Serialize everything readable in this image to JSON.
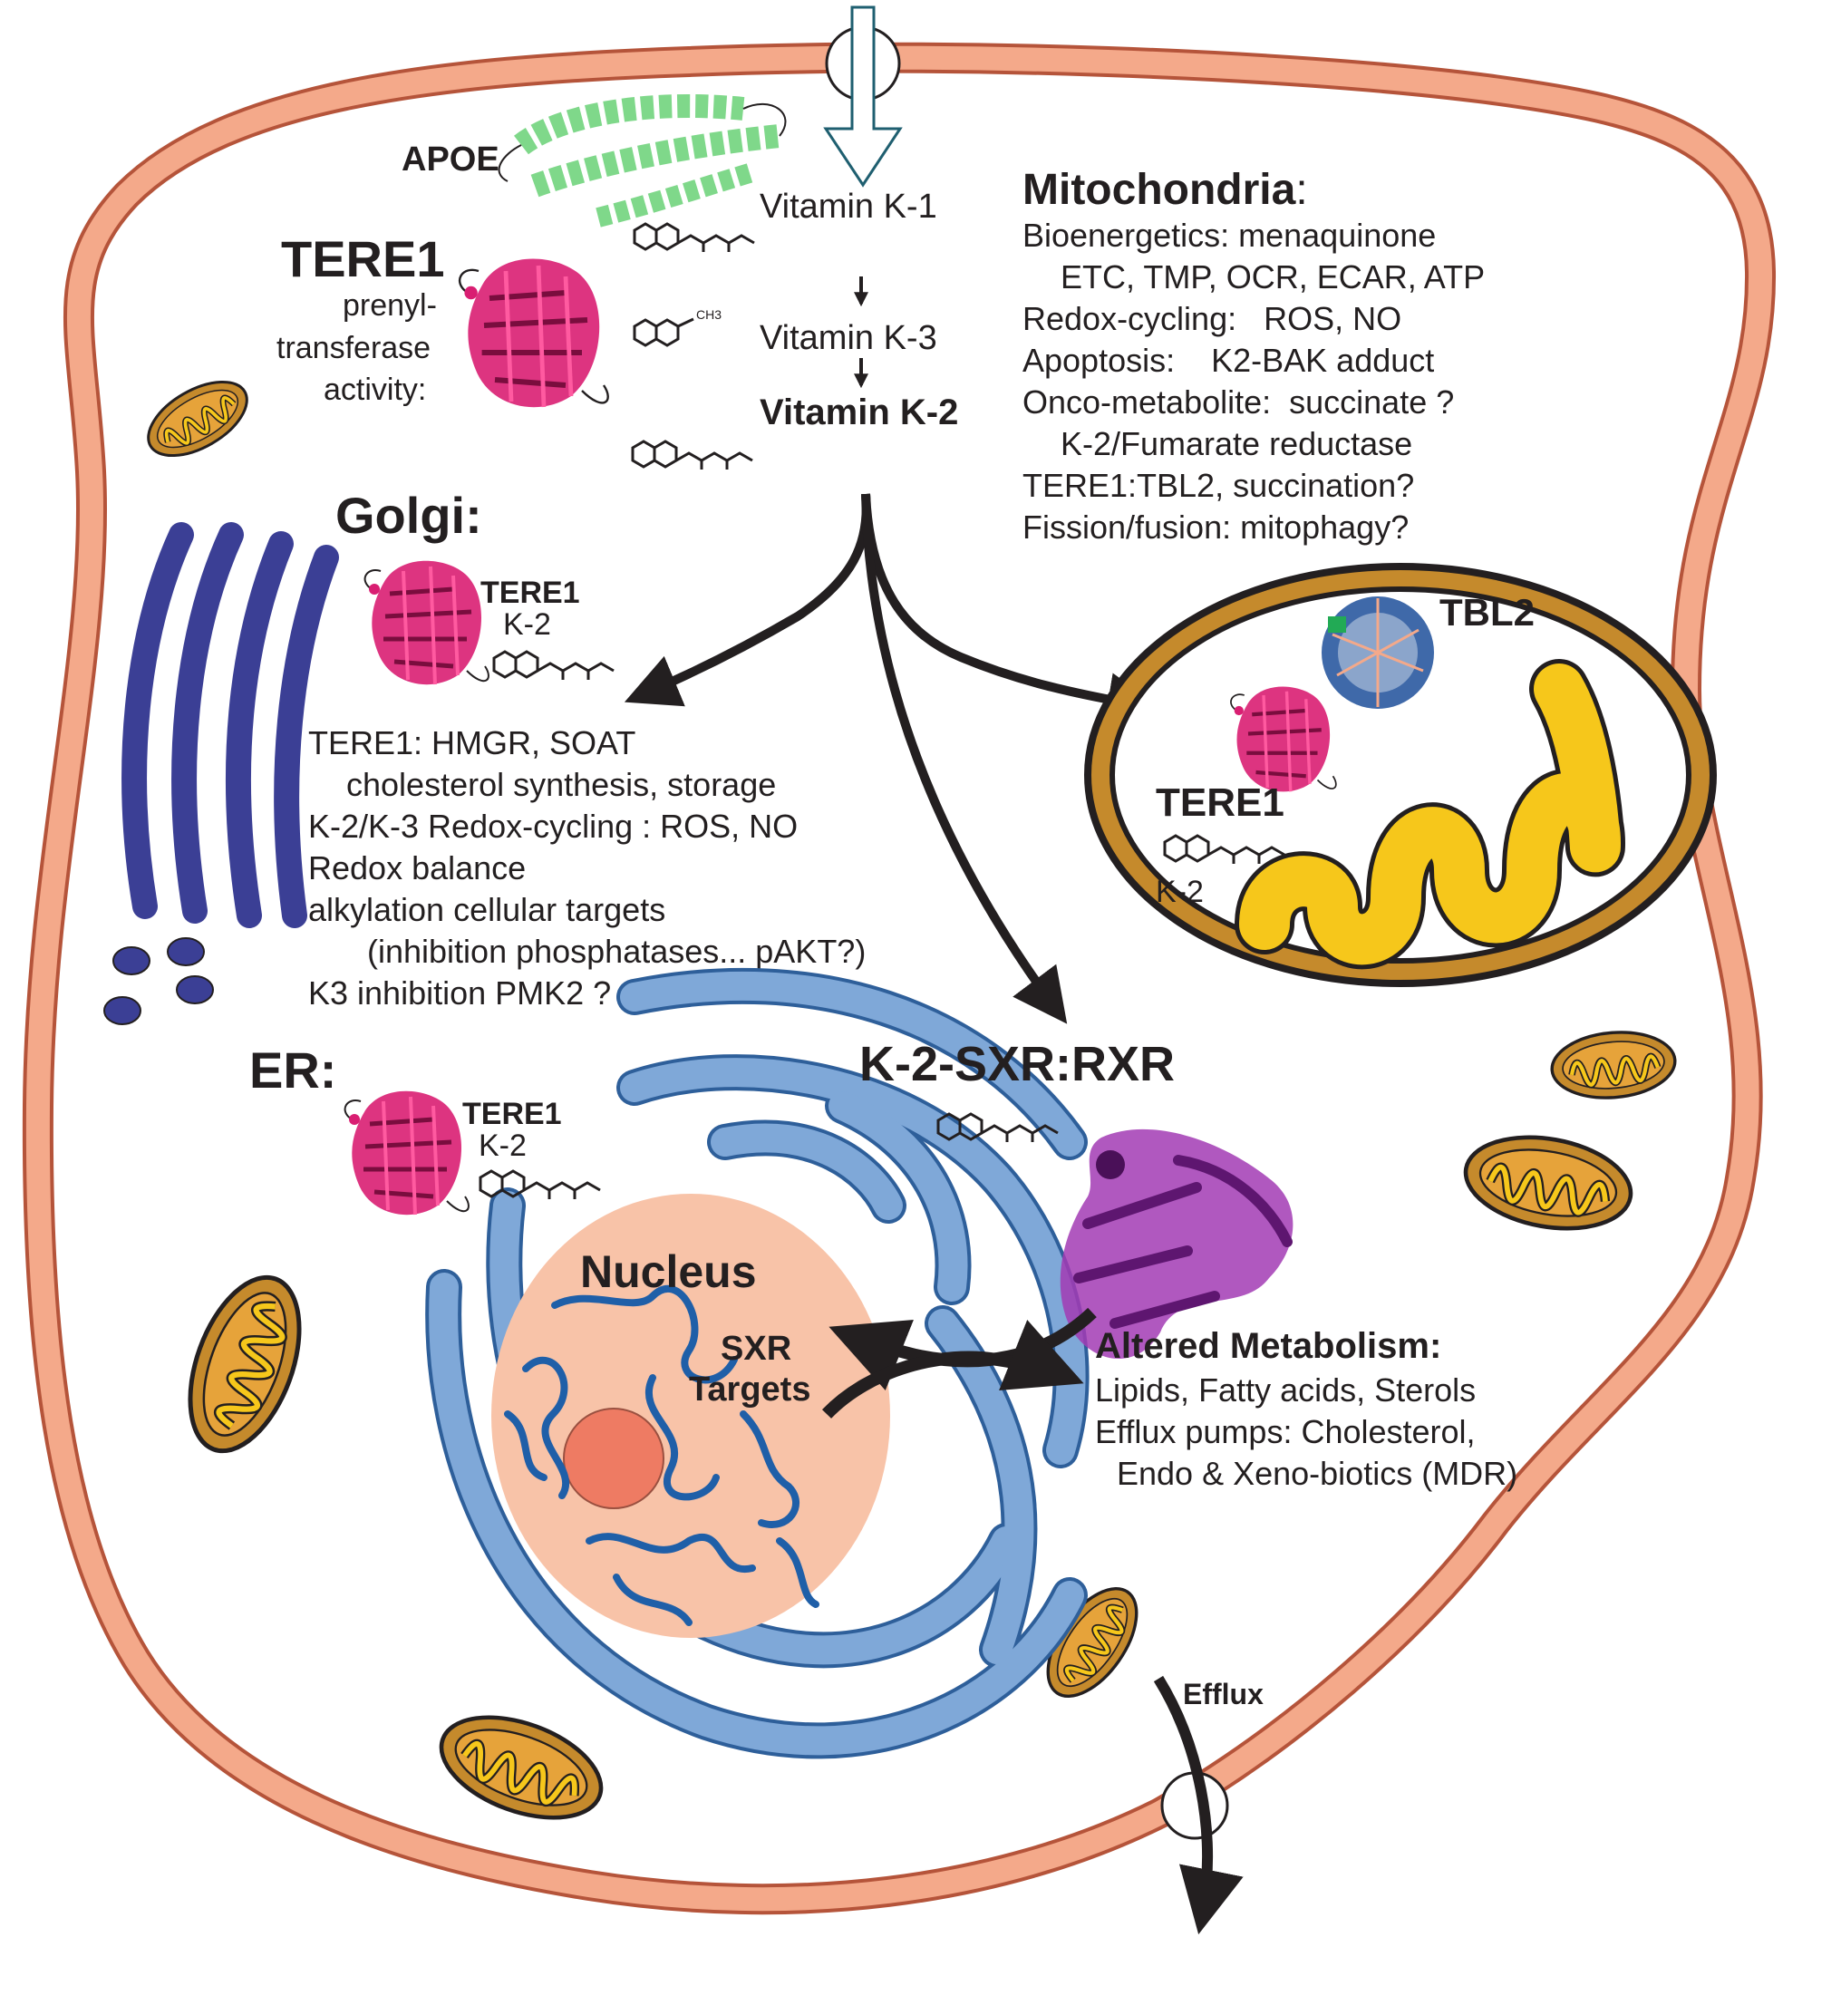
{
  "labels": {
    "apoe": "APOE",
    "tere1_main": "TERE1",
    "prenyl": [
      "prenyl-",
      "transferase",
      "activity:"
    ],
    "vit_k1": "Vitamin K-1",
    "vit_k3": "Vitamin K-3",
    "vit_k2": "Vitamin K-2",
    "ch3": "CH3",
    "mito_title": "Mitochondria",
    "mito_colon": ":",
    "mito_lines": [
      "Bioenergetics: menaquinone",
      "ETC, TMP, OCR, ECAR, ATP",
      "Redox-cycling:   ROS, NO",
      "Apoptosis:    K2-BAK adduct",
      "Onco-metabolite:  succinate ?",
      "K-2/Fumarate reductase",
      "TERE1:TBL2, succination?",
      "Fission/fusion: mitophagy?"
    ],
    "golgi_title": "Golgi:",
    "golgi_tere1": "TERE1",
    "golgi_k2": "K-2",
    "golgi_lines": [
      "TERE1: HMGR, SOAT",
      "cholesterol synthesis, storage",
      "K-2/K-3 Redox-cycling : ROS, NO",
      "Redox balance",
      "alkylation cellular targets",
      "(inhibition phosphatases... pAKT?)",
      "K3 inhibition PMK2 ?"
    ],
    "tbl2": "TBL2",
    "mito_tere1": "TERE1",
    "mito_k2": "K-2",
    "er_title": "ER:",
    "er_tere1": "TERE1",
    "er_k2": "K-2",
    "sxr_title": "K-2-SXR:RXR",
    "nucleus": "Nucleus",
    "sxr_targets": [
      "SXR",
      "Targets"
    ],
    "altered_title": "Altered Metabolism:",
    "altered_lines": [
      "Lipids, Fatty acids, Sterols",
      "Efflux pumps: Cholesterol,",
      "Endo & Xeno-biotics (MDR)"
    ],
    "efflux": "Efflux"
  },
  "colors": {
    "membrane": "#f4a98a",
    "membrane_edge": "#b5543a",
    "golgi": "#3b3f95",
    "er": "#7fa8d8",
    "er_edge": "#2e5f9a",
    "nucleus": "#f8c3a8",
    "nucleolus": "#ee7b63",
    "chromatin": "#1f5fa8",
    "mito_outer": "#c58a2c",
    "mito_crista": "#f6c71b",
    "protein_magenta": "#d91e72",
    "protein_green": "#7fd88a",
    "protein_purple": "#a23bb4",
    "protein_blue": "#1d4f9a",
    "arrow": "#231f20",
    "import_arrow": "#1f5f70"
  }
}
